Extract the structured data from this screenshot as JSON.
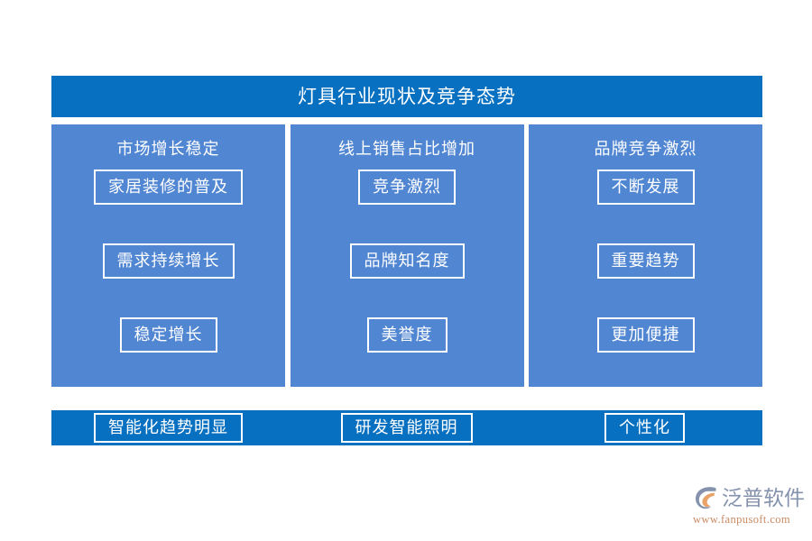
{
  "header": {
    "title": "灯具行业现状及竞争态势"
  },
  "columns": [
    {
      "title": "市场增长稳定",
      "nodes": [
        "家居装修的普及",
        "需求持续增长",
        "稳定增长"
      ]
    },
    {
      "title": "线上销售占比增加",
      "nodes": [
        "竞争激烈",
        "品牌知名度",
        "美誉度"
      ]
    },
    {
      "title": "品牌竞争激烈",
      "nodes": [
        "不断发展",
        "重要趋势",
        "更加便捷"
      ]
    }
  ],
  "footer": {
    "items": [
      "智能化趋势明显",
      "研发智能照明",
      "个性化"
    ]
  },
  "logo": {
    "name": "泛普软件",
    "url": "www.fanpusoft.com"
  },
  "colors": {
    "band": "#0770c0",
    "panel": "#5186d2",
    "box_border": "#ffffff",
    "text": "#ffffff",
    "logo_word": "#8492ad",
    "logo_url": "#c98a62",
    "logo_accent": "#e8a36a",
    "background": "#ffffff"
  }
}
